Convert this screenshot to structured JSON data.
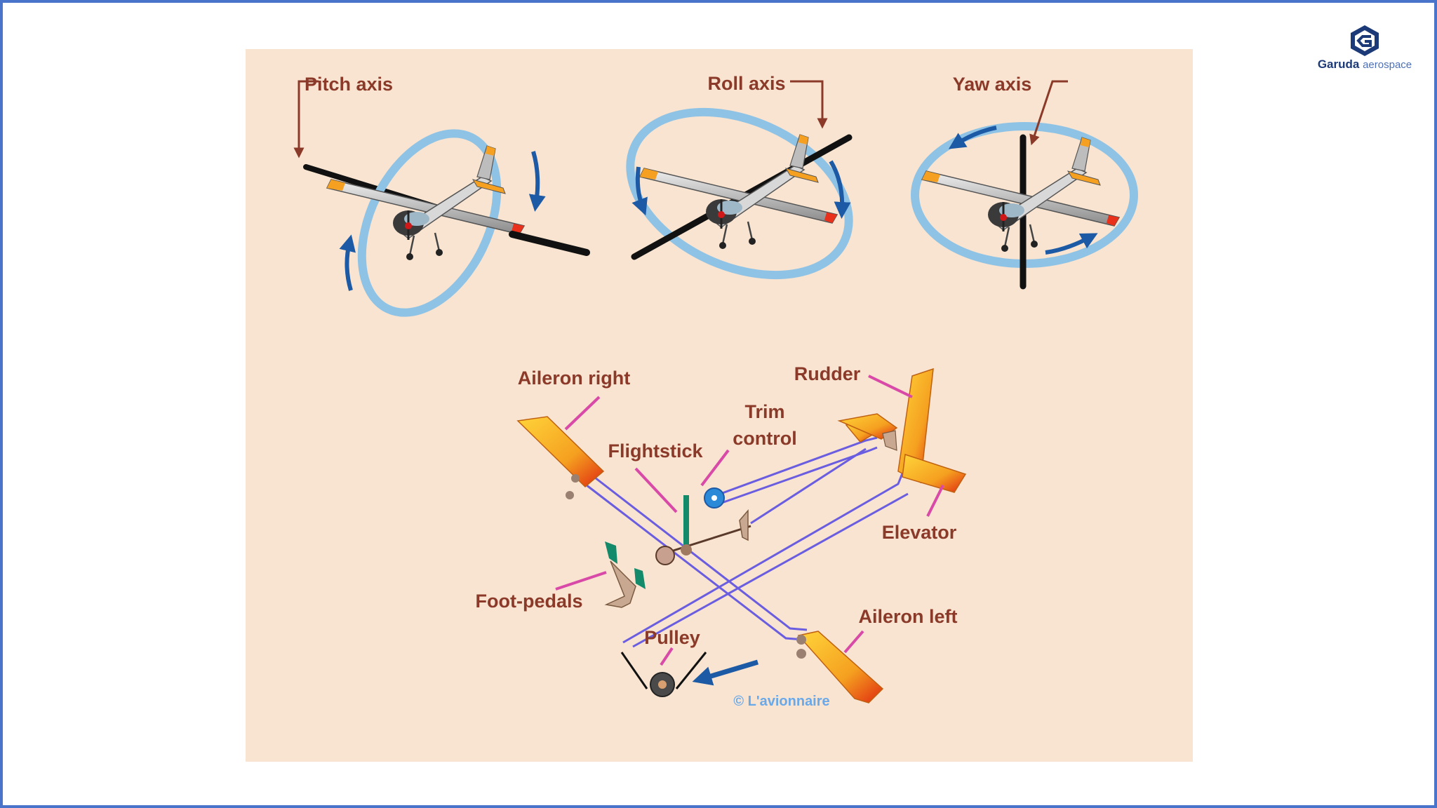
{
  "logo": {
    "brand": "Garuda",
    "suffix": "aerospace",
    "icon": "garuda-hexagon-icon"
  },
  "axes": {
    "pitch": "Pitch axis",
    "roll": "Roll axis",
    "yaw": "Yaw axis"
  },
  "controls": {
    "aileron_right": "Aileron right",
    "rudder": "Rudder",
    "trim_line1": "Trim",
    "trim_line2": "control",
    "flightstick": "Flightstick",
    "elevator": "Elevator",
    "foot_pedals": "Foot-pedals",
    "aileron_left": "Aileron left",
    "pulley": "Pulley"
  },
  "credit": "© L'avionnaire",
  "colors": {
    "frame": "#4a74c9",
    "figure_bg": "#f8e4d0",
    "label": "#8b3a2a",
    "leader": "#d94aa8",
    "ring": "#8fc3e6",
    "arrow": "#1d5aa6",
    "cable": "#6a5de0",
    "surface": "#f5a020"
  }
}
